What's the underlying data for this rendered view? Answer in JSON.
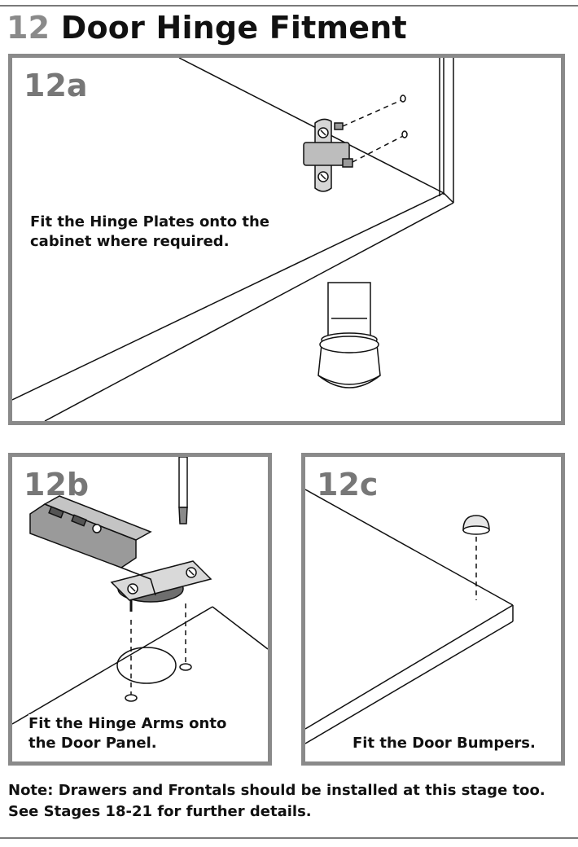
{
  "title": {
    "number": "12",
    "text": "Door Hinge Fitment"
  },
  "panels": [
    {
      "id": "12a",
      "label": "12a",
      "caption_line1": "Fit the Hinge Plates onto the",
      "caption_line2": "cabinet where required."
    },
    {
      "id": "12b",
      "label": "12b",
      "caption_line1": "Fit the Hinge Arms onto",
      "caption_line2": "the Door Panel."
    },
    {
      "id": "12c",
      "label": "12c",
      "caption_line1": "Fit the Door Bumpers."
    }
  ],
  "note": {
    "label": "Note:",
    "text": " Drawers and Frontals should be installed at this stage too. See Stages 18-21 for further details."
  },
  "colors": {
    "panel_border": "#8a8a8a",
    "step_label": "#777777",
    "line_art": "#111111"
  }
}
